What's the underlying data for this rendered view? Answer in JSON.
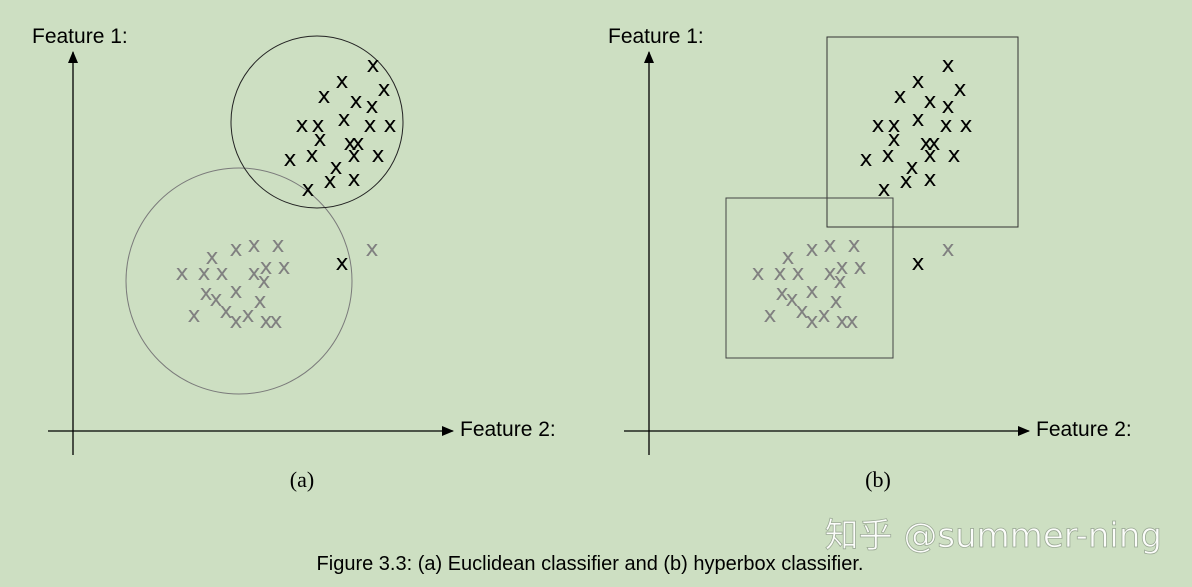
{
  "panels": [
    {
      "id": "a",
      "ylabel": "Feature 1:",
      "xlabel": "Feature 2:",
      "label": "(a)",
      "marker": "x",
      "black_points": [
        [
          373,
          64
        ],
        [
          342,
          80
        ],
        [
          384,
          88
        ],
        [
          324,
          95
        ],
        [
          356,
          100
        ],
        [
          372,
          105
        ],
        [
          302,
          124
        ],
        [
          318,
          124
        ],
        [
          344,
          118
        ],
        [
          370,
          124
        ],
        [
          390,
          124
        ],
        [
          320,
          138
        ],
        [
          350,
          142
        ],
        [
          358,
          142
        ],
        [
          290,
          158
        ],
        [
          312,
          154
        ],
        [
          354,
          154
        ],
        [
          378,
          154
        ],
        [
          336,
          166
        ],
        [
          330,
          180
        ],
        [
          354,
          178
        ],
        [
          308,
          188
        ],
        [
          342,
          262
        ]
      ],
      "gray_points": [
        [
          372,
          248
        ],
        [
          212,
          256
        ],
        [
          236,
          248
        ],
        [
          254,
          244
        ],
        [
          278,
          244
        ],
        [
          182,
          272
        ],
        [
          204,
          272
        ],
        [
          222,
          272
        ],
        [
          254,
          272
        ],
        [
          266,
          266
        ],
        [
          284,
          266
        ],
        [
          264,
          280
        ],
        [
          206,
          292
        ],
        [
          236,
          290
        ],
        [
          216,
          298
        ],
        [
          260,
          300
        ],
        [
          194,
          314
        ],
        [
          226,
          310
        ],
        [
          248,
          314
        ],
        [
          236,
          320
        ],
        [
          266,
          320
        ],
        [
          276,
          320
        ]
      ]
    },
    {
      "id": "b",
      "ylabel": "Feature 1:",
      "xlabel": "Feature 2:",
      "label": "(b)",
      "marker": "x",
      "black_points": [
        [
          948,
          64
        ],
        [
          918,
          80
        ],
        [
          960,
          88
        ],
        [
          900,
          95
        ],
        [
          930,
          100
        ],
        [
          948,
          105
        ],
        [
          878,
          124
        ],
        [
          894,
          124
        ],
        [
          918,
          118
        ],
        [
          946,
          124
        ],
        [
          966,
          124
        ],
        [
          894,
          138
        ],
        [
          926,
          142
        ],
        [
          934,
          142
        ],
        [
          866,
          158
        ],
        [
          888,
          154
        ],
        [
          930,
          154
        ],
        [
          954,
          154
        ],
        [
          912,
          166
        ],
        [
          906,
          180
        ],
        [
          930,
          178
        ],
        [
          884,
          188
        ],
        [
          918,
          262
        ]
      ],
      "gray_points": [
        [
          948,
          248
        ],
        [
          788,
          256
        ],
        [
          812,
          248
        ],
        [
          830,
          244
        ],
        [
          854,
          244
        ],
        [
          758,
          272
        ],
        [
          780,
          272
        ],
        [
          798,
          272
        ],
        [
          830,
          272
        ],
        [
          842,
          266
        ],
        [
          860,
          266
        ],
        [
          840,
          280
        ],
        [
          782,
          292
        ],
        [
          812,
          290
        ],
        [
          792,
          298
        ],
        [
          836,
          300
        ],
        [
          770,
          314
        ],
        [
          802,
          310
        ],
        [
          824,
          314
        ],
        [
          812,
          320
        ],
        [
          842,
          320
        ],
        [
          852,
          320
        ]
      ]
    }
  ],
  "caption": "Figure 3.3: (a) Euclidean classifier and (b) hyperbox classifier.",
  "watermark": "知乎 @summer-ning",
  "colors": {
    "background": "#cddfc2",
    "black_class": "#000000",
    "gray_class": "#808080",
    "gray_region": "#7a7a7a"
  }
}
